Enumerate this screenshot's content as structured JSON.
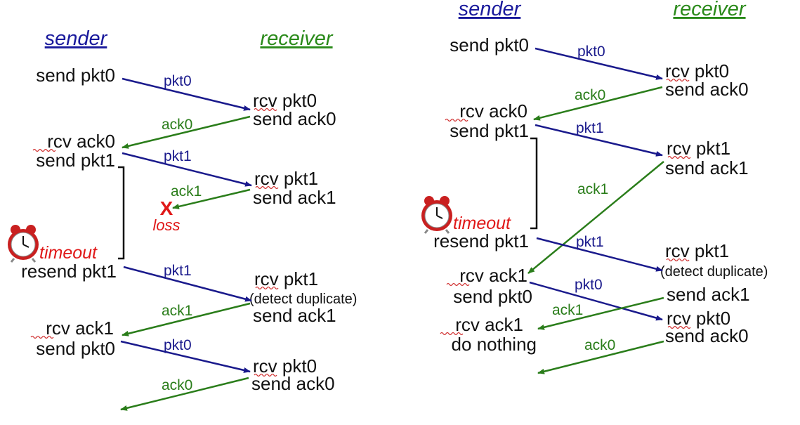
{
  "colors": {
    "sender": "#1a1a9c",
    "receiver": "#2a8a1a",
    "data": "#1a1a8c",
    "ack": "#2a7d1a",
    "alert": "#e01818",
    "text": "#111111",
    "squiggle": "#d03030"
  },
  "panels": [
    {
      "headers": {
        "sender": "sender",
        "receiver": "receiver"
      },
      "sender_labels": [
        {
          "lines": [
            "send pkt0"
          ]
        },
        {
          "lines": [
            "rcv ack0",
            "send pkt1"
          ]
        },
        {
          "lines": [
            "resend pkt1"
          ]
        },
        {
          "lines": [
            "rcv ack1",
            "send pkt0"
          ]
        }
      ],
      "receiver_labels": [
        {
          "lines": [
            "rcv pkt0",
            "send ack0"
          ]
        },
        {
          "lines": [
            "rcv pkt1",
            "send ack1"
          ]
        },
        {
          "lines": [
            "rcv pkt1",
            "(detect duplicate)",
            "send ack1"
          ]
        },
        {
          "lines": [
            "rcv pkt0",
            "send ack0"
          ]
        }
      ],
      "messages": [
        {
          "label": "pkt0",
          "kind": "data"
        },
        {
          "label": "ack0",
          "kind": "ack"
        },
        {
          "label": "pkt1",
          "kind": "data"
        },
        {
          "label": "ack1",
          "kind": "ack"
        },
        {
          "label": "pkt1",
          "kind": "data"
        },
        {
          "label": "ack1",
          "kind": "ack"
        },
        {
          "label": "pkt0",
          "kind": "data"
        },
        {
          "label": "ack0",
          "kind": "ack"
        }
      ],
      "timeout": "timeout",
      "loss": {
        "mark": "X",
        "label": "loss"
      }
    },
    {
      "headers": {
        "sender": "sender",
        "receiver": "receiver"
      },
      "sender_labels": [
        {
          "lines": [
            "send pkt0"
          ]
        },
        {
          "lines": [
            "rcv ack0",
            "send pkt1"
          ]
        },
        {
          "lines": [
            "resend pkt1"
          ]
        },
        {
          "lines": [
            "rcv ack1",
            "send pkt0"
          ]
        },
        {
          "lines": [
            "rcv ack1",
            "do nothing"
          ]
        }
      ],
      "receiver_labels": [
        {
          "lines": [
            "rcv pkt0",
            "send ack0"
          ]
        },
        {
          "lines": [
            "rcv pkt1",
            "send ack1"
          ]
        },
        {
          "lines": [
            "rcv pkt1",
            "(detect duplicate)"
          ]
        },
        {
          "lines": [
            "send ack1"
          ]
        },
        {
          "lines": [
            "rcv pkt0",
            "send ack0"
          ]
        }
      ],
      "messages": [
        {
          "label": "pkt0",
          "kind": "data"
        },
        {
          "label": "ack0",
          "kind": "ack"
        },
        {
          "label": "pkt1",
          "kind": "data"
        },
        {
          "label": "ack1",
          "kind": "ack"
        },
        {
          "label": "pkt1",
          "kind": "data"
        },
        {
          "label": "pkt0",
          "kind": "data"
        },
        {
          "label": "ack1",
          "kind": "ack"
        },
        {
          "label": "ack0",
          "kind": "ack"
        }
      ],
      "timeout": "timeout"
    }
  ]
}
